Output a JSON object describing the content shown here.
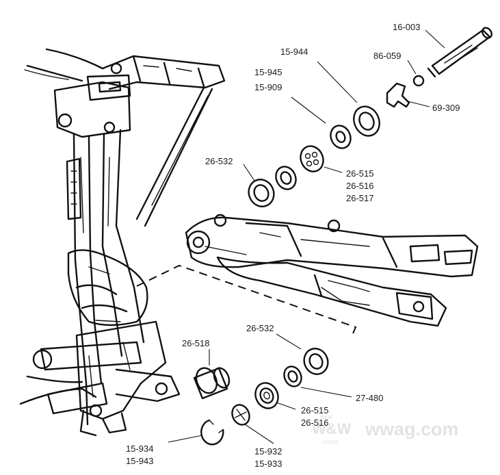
{
  "labels": {
    "l16_003": "16-003",
    "l86_059": "86-059",
    "l15_944": "15-944",
    "l15_945": "15-945",
    "l15_909": "15-909",
    "l69_309": "69-309",
    "l26_532a": "26-532",
    "l26_515a": "26-515",
    "l26_516a": "26-516",
    "l26_517": "26-517",
    "l26_532b": "26-532",
    "l26_518": "26-518",
    "l27_480": "27-480",
    "l26_515b": "26-515",
    "l26_516b": "26-516",
    "l15_934": "15-934",
    "l15_943": "15-943",
    "l15_932": "15-932",
    "l15_933": "15-933"
  },
  "watermark": {
    "brand": "W&W",
    "site": "wwag.com",
    "tagline_top": "W&W",
    "tagline_bottom": "CYCLES"
  },
  "colors": {
    "ink": "#111111",
    "watermark": "#e3e3e3"
  }
}
